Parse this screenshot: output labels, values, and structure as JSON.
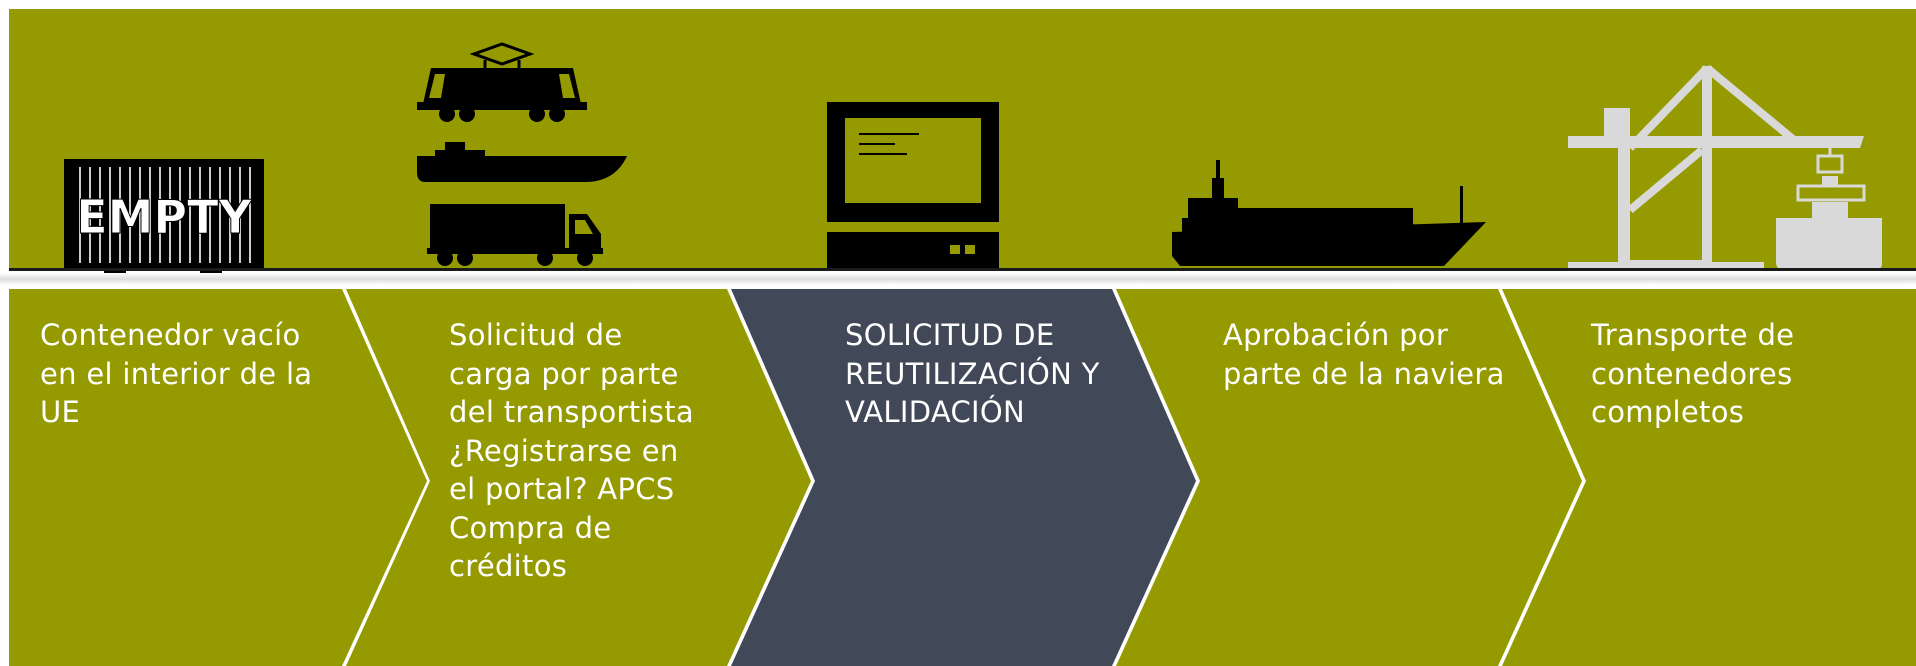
{
  "colors": {
    "olive": "#959a00",
    "slate": "#414857",
    "icon_black": "#000000",
    "icon_light": "#d9d9d9",
    "text": "#ffffff"
  },
  "icons": {
    "container": "container-icon",
    "train": "train-icon",
    "barge": "barge-icon",
    "truck": "truck-icon",
    "computer": "computer-icon",
    "ship": "container-ship-icon",
    "crane": "port-crane-icon"
  },
  "container_text": "EMPTY",
  "steps": [
    {
      "label": "Contenedor vacío en el interior de la UE",
      "highlighted": false
    },
    {
      "label": "Solicitud de carga por parte del transportista ¿Registrarse en el portal? APCS Compra de créditos",
      "highlighted": false
    },
    {
      "label": "SOLICITUD DE REUTILIZACIÓN Y VALIDACIÓN",
      "highlighted": true
    },
    {
      "label": "Aprobación por parte de la naviera",
      "highlighted": false
    },
    {
      "label": "Transporte de contenedores completos",
      "highlighted": false
    }
  ]
}
